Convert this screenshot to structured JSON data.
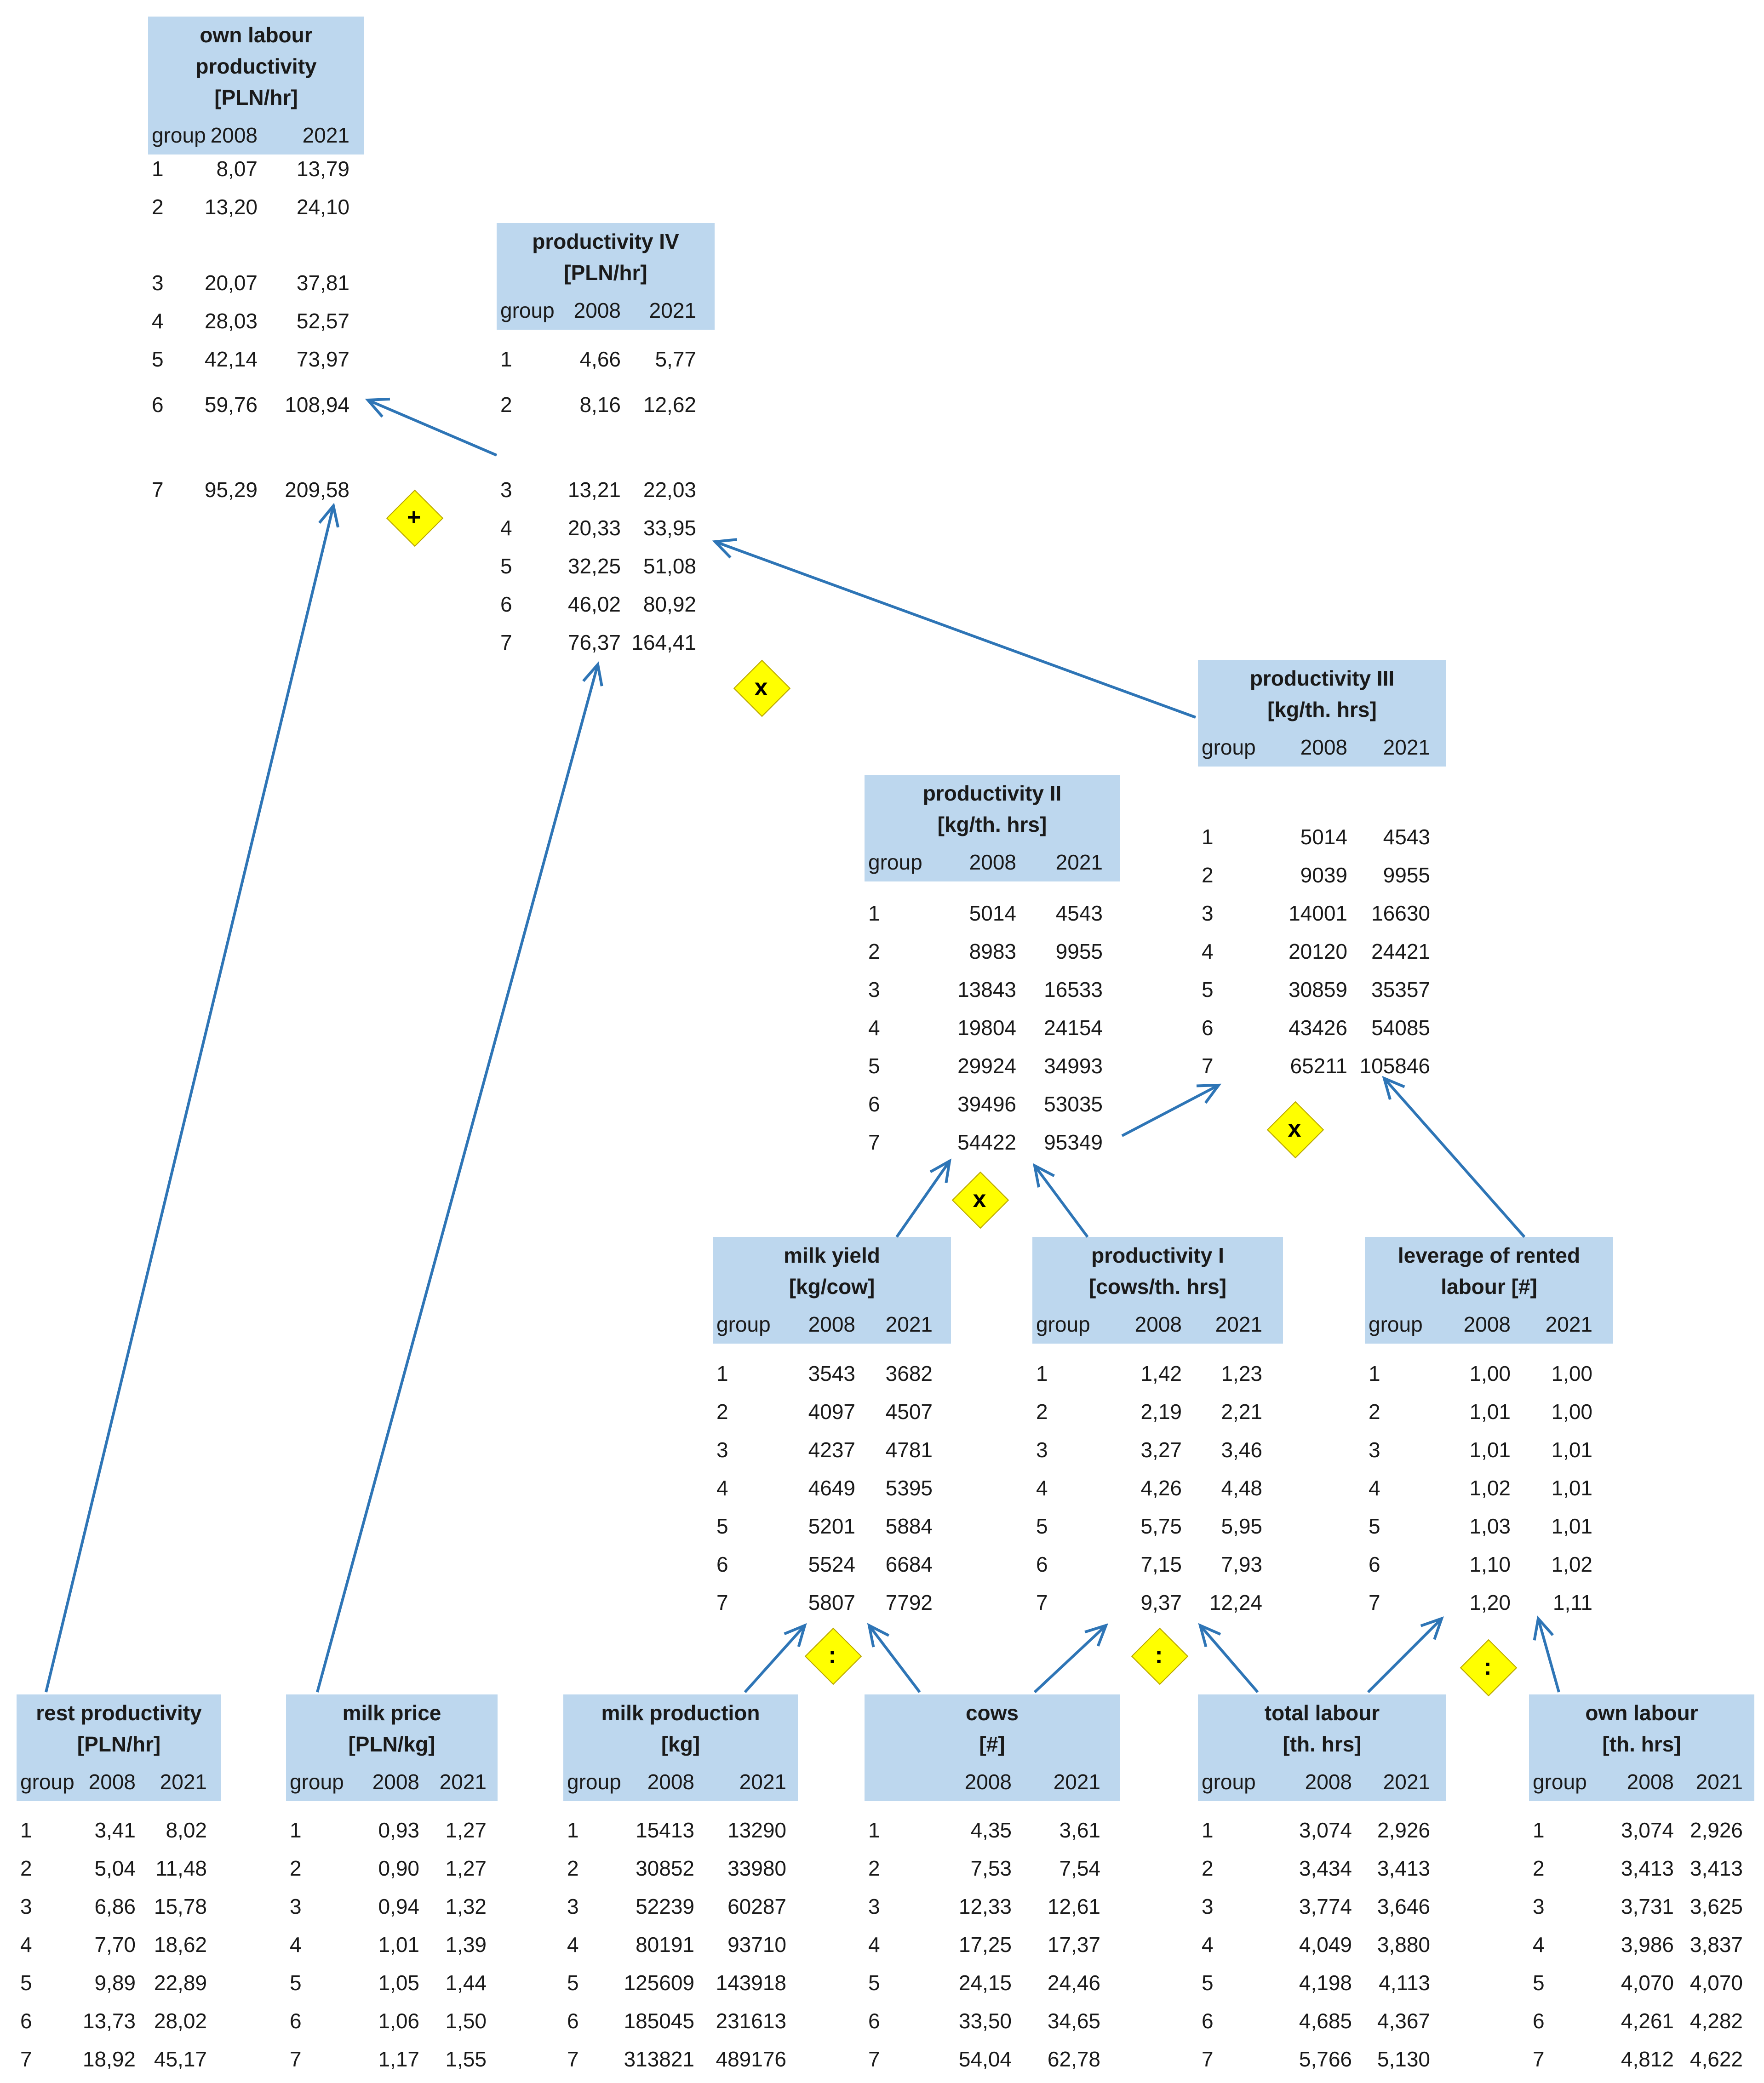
{
  "tables": [
    {
      "id": "own-labour-productivity",
      "title": [
        "own labour",
        "productivity",
        "[PLN/hr]"
      ],
      "show_group_label": true,
      "rows": [
        [
          "1",
          "8,07",
          "13,79"
        ],
        [
          "2",
          "13,20",
          "24,10"
        ],
        [
          "3",
          "20,07",
          "37,81"
        ],
        [
          "4",
          "28,03",
          "52,57"
        ],
        [
          "5",
          "42,14",
          "73,97"
        ],
        [
          "6",
          "59,76",
          "108,94"
        ],
        [
          "7",
          "95,29",
          "209,58"
        ]
      ]
    },
    {
      "id": "productivity-iv",
      "title": [
        "productivity IV",
        "[PLN/hr]"
      ],
      "show_group_label": true,
      "rows": [
        [
          "1",
          "4,66",
          "5,77"
        ],
        [
          "2",
          "8,16",
          "12,62"
        ],
        [
          "3",
          "13,21",
          "22,03"
        ],
        [
          "4",
          "20,33",
          "33,95"
        ],
        [
          "5",
          "32,25",
          "51,08"
        ],
        [
          "6",
          "46,02",
          "80,92"
        ],
        [
          "7",
          "76,37",
          "164,41"
        ]
      ]
    },
    {
      "id": "productivity-iii",
      "title": [
        "productivity III",
        "[kg/th. hrs]"
      ],
      "show_group_label": true,
      "rows": [
        [
          "1",
          "5014",
          "4543"
        ],
        [
          "2",
          "9039",
          "9955"
        ],
        [
          "3",
          "14001",
          "16630"
        ],
        [
          "4",
          "20120",
          "24421"
        ],
        [
          "5",
          "30859",
          "35357"
        ],
        [
          "6",
          "43426",
          "54085"
        ],
        [
          "7",
          "65211",
          "105846"
        ]
      ]
    },
    {
      "id": "productivity-ii",
      "title": [
        "productivity II",
        "[kg/th. hrs]"
      ],
      "show_group_label": true,
      "rows": [
        [
          "1",
          "5014",
          "4543"
        ],
        [
          "2",
          "8983",
          "9955"
        ],
        [
          "3",
          "13843",
          "16533"
        ],
        [
          "4",
          "19804",
          "24154"
        ],
        [
          "5",
          "29924",
          "34993"
        ],
        [
          "6",
          "39496",
          "53035"
        ],
        [
          "7",
          "54422",
          "95349"
        ]
      ]
    },
    {
      "id": "milk-yield",
      "title": [
        "milk yield",
        "[kg/cow]"
      ],
      "show_group_label": true,
      "rows": [
        [
          "1",
          "3543",
          "3682"
        ],
        [
          "2",
          "4097",
          "4507"
        ],
        [
          "3",
          "4237",
          "4781"
        ],
        [
          "4",
          "4649",
          "5395"
        ],
        [
          "5",
          "5201",
          "5884"
        ],
        [
          "6",
          "5524",
          "6684"
        ],
        [
          "7",
          "5807",
          "7792"
        ]
      ]
    },
    {
      "id": "productivity-i",
      "title": [
        "productivity I",
        "[cows/th. hrs]"
      ],
      "show_group_label": true,
      "rows": [
        [
          "1",
          "1,42",
          "1,23"
        ],
        [
          "2",
          "2,19",
          "2,21"
        ],
        [
          "3",
          "3,27",
          "3,46"
        ],
        [
          "4",
          "4,26",
          "4,48"
        ],
        [
          "5",
          "5,75",
          "5,95"
        ],
        [
          "6",
          "7,15",
          "7,93"
        ],
        [
          "7",
          "9,37",
          "12,24"
        ]
      ]
    },
    {
      "id": "leverage-rented-labour",
      "title": [
        "leverage of rented",
        "labour [#]"
      ],
      "show_group_label": true,
      "rows": [
        [
          "1",
          "1,00",
          "1,00"
        ],
        [
          "2",
          "1,01",
          "1,00"
        ],
        [
          "3",
          "1,01",
          "1,01"
        ],
        [
          "4",
          "1,02",
          "1,01"
        ],
        [
          "5",
          "1,03",
          "1,01"
        ],
        [
          "6",
          "1,10",
          "1,02"
        ],
        [
          "7",
          "1,20",
          "1,11"
        ]
      ]
    },
    {
      "id": "rest-productivity",
      "title": [
        "rest productivity",
        "[PLN/hr]"
      ],
      "show_group_label": true,
      "rows": [
        [
          "1",
          "3,41",
          "8,02"
        ],
        [
          "2",
          "5,04",
          "11,48"
        ],
        [
          "3",
          "6,86",
          "15,78"
        ],
        [
          "4",
          "7,70",
          "18,62"
        ],
        [
          "5",
          "9,89",
          "22,89"
        ],
        [
          "6",
          "13,73",
          "28,02"
        ],
        [
          "7",
          "18,92",
          "45,17"
        ]
      ]
    },
    {
      "id": "milk-price",
      "title": [
        "milk price",
        "[PLN/kg]"
      ],
      "show_group_label": true,
      "rows": [
        [
          "1",
          "0,93",
          "1,27"
        ],
        [
          "2",
          "0,90",
          "1,27"
        ],
        [
          "3",
          "0,94",
          "1,32"
        ],
        [
          "4",
          "1,01",
          "1,39"
        ],
        [
          "5",
          "1,05",
          "1,44"
        ],
        [
          "6",
          "1,06",
          "1,50"
        ],
        [
          "7",
          "1,17",
          "1,55"
        ]
      ]
    },
    {
      "id": "milk-production",
      "title": [
        "milk production",
        "[kg]"
      ],
      "show_group_label": true,
      "rows": [
        [
          "1",
          "15413",
          "13290"
        ],
        [
          "2",
          "30852",
          "33980"
        ],
        [
          "3",
          "52239",
          "60287"
        ],
        [
          "4",
          "80191",
          "93710"
        ],
        [
          "5",
          "125609",
          "143918"
        ],
        [
          "6",
          "185045",
          "231613"
        ],
        [
          "7",
          "313821",
          "489176"
        ]
      ]
    },
    {
      "id": "cows",
      "title": [
        "cows",
        "[#]"
      ],
      "show_group_label": false,
      "rows": [
        [
          "1",
          "4,35",
          "3,61"
        ],
        [
          "2",
          "7,53",
          "7,54"
        ],
        [
          "3",
          "12,33",
          "12,61"
        ],
        [
          "4",
          "17,25",
          "17,37"
        ],
        [
          "5",
          "24,15",
          "24,46"
        ],
        [
          "6",
          "33,50",
          "34,65"
        ],
        [
          "7",
          "54,04",
          "62,78"
        ]
      ]
    },
    {
      "id": "total-labour",
      "title": [
        "total labour",
        "[th. hrs]"
      ],
      "show_group_label": true,
      "rows": [
        [
          "1",
          "3,074",
          "2,926"
        ],
        [
          "2",
          "3,434",
          "3,413"
        ],
        [
          "3",
          "3,774",
          "3,646"
        ],
        [
          "4",
          "4,049",
          "3,880"
        ],
        [
          "5",
          "4,198",
          "4,113"
        ],
        [
          "6",
          "4,685",
          "4,367"
        ],
        [
          "7",
          "5,766",
          "5,130"
        ]
      ]
    },
    {
      "id": "own-labour",
      "title": [
        "own labour",
        "[th. hrs]"
      ],
      "show_group_label": true,
      "rows": [
        [
          "1",
          "3,074",
          "2,926"
        ],
        [
          "2",
          "3,413",
          "3,413"
        ],
        [
          "3",
          "3,731",
          "3,625"
        ],
        [
          "4",
          "3,986",
          "3,837"
        ],
        [
          "5",
          "4,070",
          "4,070"
        ],
        [
          "6",
          "4,261",
          "4,282"
        ],
        [
          "7",
          "4,812",
          "4,622"
        ]
      ]
    }
  ],
  "column_labels": {
    "group": "group",
    "y1": "2008",
    "y2": "2021"
  },
  "operators": [
    {
      "id": "op-plus",
      "symbol": "+"
    },
    {
      "id": "op-times-iv",
      "symbol": "x"
    },
    {
      "id": "op-times-iii",
      "symbol": "x"
    },
    {
      "id": "op-times-ii",
      "symbol": "x"
    },
    {
      "id": "op-div-yield",
      "symbol": ":"
    },
    {
      "id": "op-div-prod-i",
      "symbol": ":"
    },
    {
      "id": "op-div-leverage",
      "symbol": ":"
    }
  ],
  "colors": {
    "header_fill": "#bdd7ee",
    "arrow": "#2e75b6",
    "operator_fill": "#ffff00"
  }
}
